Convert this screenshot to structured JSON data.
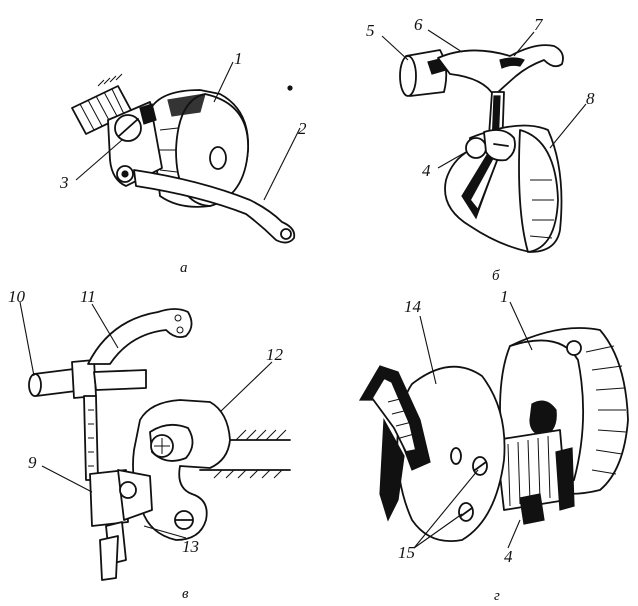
{
  "panels": {
    "a": {
      "caption": "а",
      "labels": {
        "n1": "1",
        "n2": "2",
        "n3": "3"
      }
    },
    "b": {
      "caption": "б",
      "labels": {
        "n4": "4",
        "n5": "5",
        "n6": "6",
        "n7": "7",
        "n8": "8"
      }
    },
    "v": {
      "caption": "в",
      "labels": {
        "n9": "9",
        "n10": "10",
        "n11": "11",
        "n12": "12",
        "n13": "13"
      }
    },
    "g": {
      "caption": "г",
      "labels": {
        "n1": "1",
        "n4": "4",
        "n14": "14",
        "n15": "15"
      }
    }
  }
}
